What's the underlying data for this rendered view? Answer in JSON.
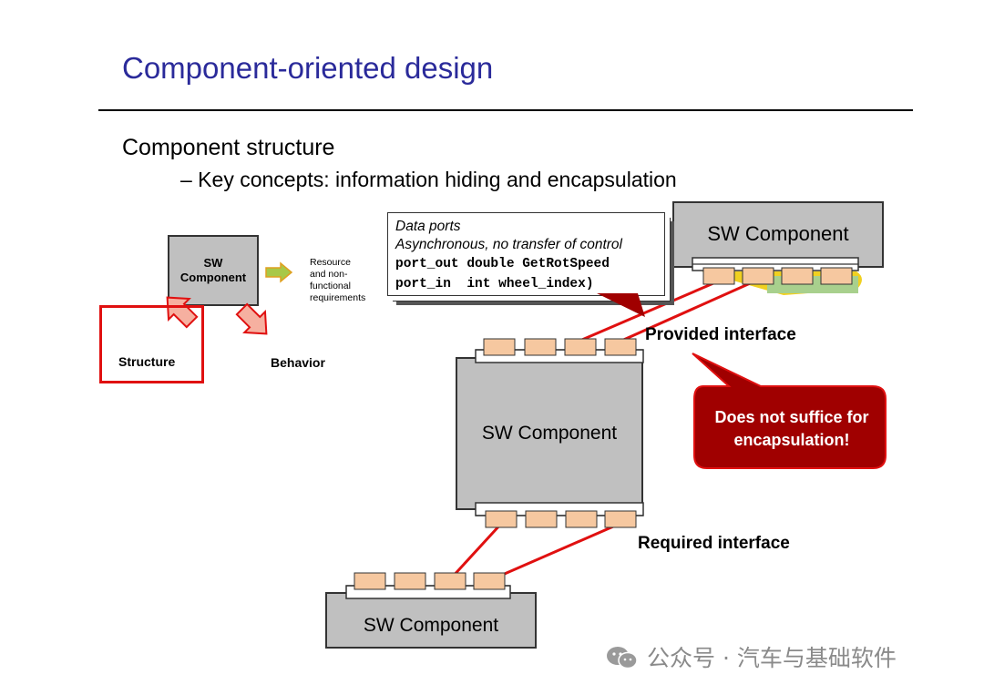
{
  "slide": {
    "title": "Component-oriented design",
    "heading": "Component structure",
    "subheading": "– Key concepts: information hiding and encapsulation"
  },
  "left_diagram": {
    "component": "SW\nComponent",
    "resource_note": "Resource\nand non-\nfunctional\nrequirements",
    "structure_label": "Structure",
    "behavior_label": "Behavior"
  },
  "data_ports": {
    "line1": "Data ports",
    "line2": "Asynchronous, no transfer of control",
    "line3": "port_out double GetRotSpeed",
    "line4": "port_in  int wheel_index)"
  },
  "components": {
    "top": "SW Component",
    "middle": "SW Component",
    "bottom": "SW Component"
  },
  "labels": {
    "provided_interface": "Provided interface",
    "required_interface": "Required interface",
    "callout": "Does not suffice for encapsulation!"
  },
  "watermark": "公众号 · 汽车与基础软件",
  "colors": {
    "title": "#2a2a9a",
    "component_fill": "#c0c0c0",
    "port_fill": "#f6c8a0",
    "connector": "#e01010",
    "callout_fill": "#a00000",
    "arrow_fill": "#f6b0a0",
    "small_arrow_fill": "#a8c848",
    "highlight_yellow": "#f0d020",
    "highlight_green": "#a8d08d"
  }
}
